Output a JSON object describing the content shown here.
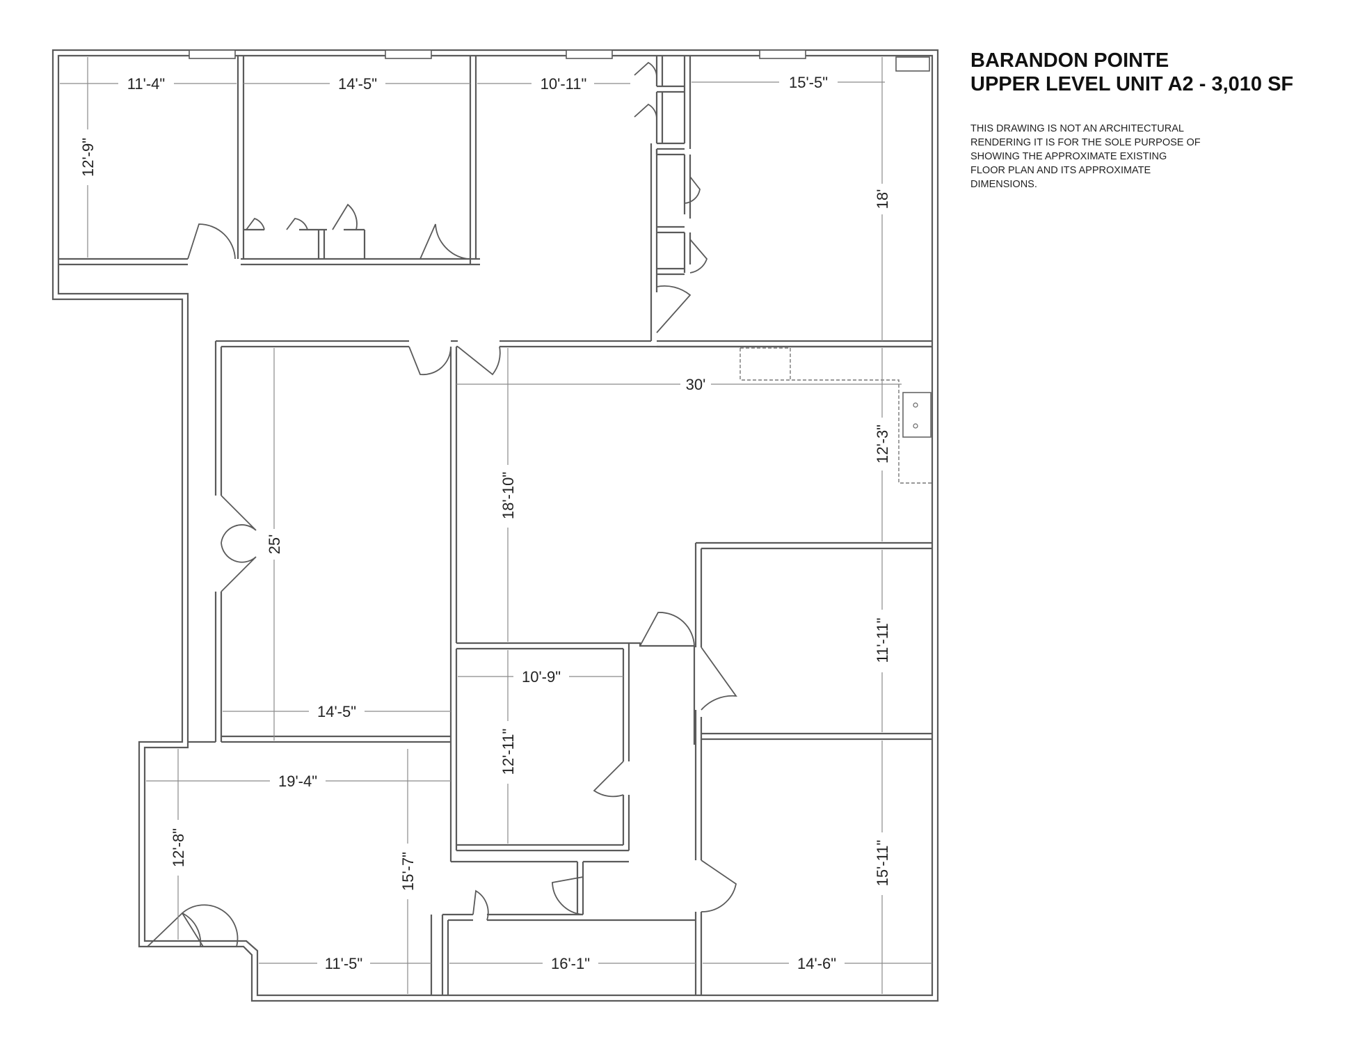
{
  "title_line1": "BARANDON POINTE",
  "title_line2": "UPPER LEVEL UNIT A2 - 3,010 SF",
  "note_lines": [
    "THIS DRAWING IS NOT AN ARCHITECTURAL",
    "RENDERING IT IS FOR THE SOLE PURPOSE OF",
    "SHOWING THE APPROXIMATE EXISTING",
    "FLOOR PLAN AND ITS APPROXIMATE",
    "DIMENSIONS."
  ],
  "dimensions": {
    "room1_width": "11'-4\"",
    "room1_depth": "12'-9\"",
    "room2_width": "14'-5\"",
    "room3_width": "10'-11\"",
    "ne_office_width": "15'-5\"",
    "ne_office_depth": "18'",
    "main_room_width": "30'",
    "kitchen_depth": "12'-3\"",
    "main_room_depth": "18'-10\"",
    "west_room_depth": "25'",
    "west_room_width": "14'-5\"",
    "small_office_width": "10'-9\"",
    "small_office_depth": "12'-11\"",
    "east_office_depth": "11'-11\"",
    "sw_room_width": "19'-4\"",
    "sw_room_left_depth": "12'-8\"",
    "sw_room_right_depth": "15'-7\"",
    "sw_bottom_width": "11'-5\"",
    "south_middle_width": "16'-1\"",
    "se_office_width": "14'-6\"",
    "se_office_depth": "15'-11\""
  }
}
